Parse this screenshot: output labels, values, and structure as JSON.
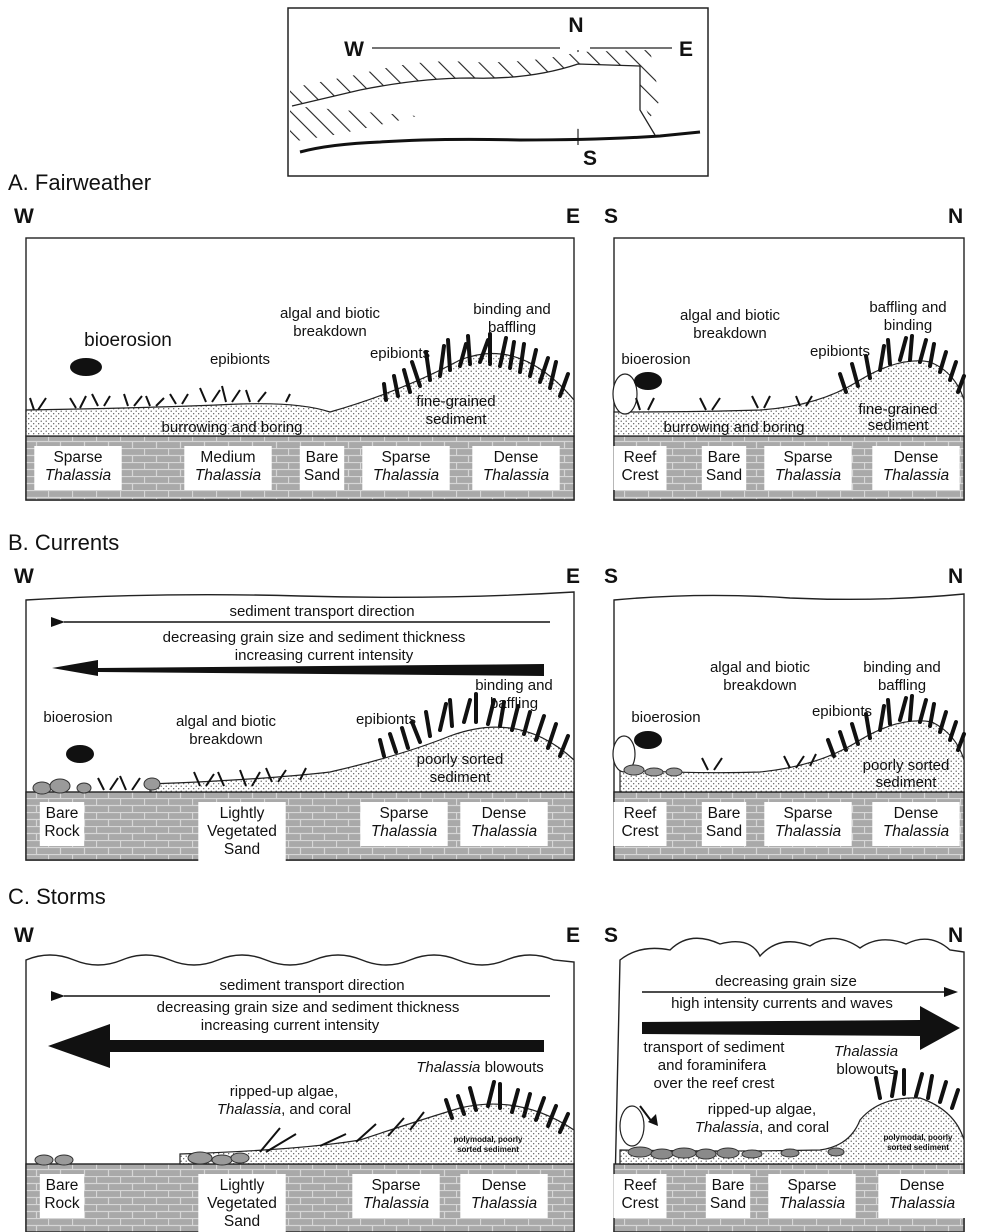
{
  "inset": {
    "W": "W",
    "E": "E",
    "N": "N",
    "S": "S"
  },
  "panelA": {
    "title": "A.  Fairweather",
    "left": {
      "dir_left": "W",
      "dir_right": "E",
      "processes": {
        "bioerosion": "bioerosion",
        "epibionts_1": "epibionts",
        "algal_1": "algal and biotic",
        "algal_2": "breakdown",
        "epibionts_2": "epibionts",
        "binding_1": "binding and",
        "binding_2": "baffling",
        "burrowing": "burrowing and boring",
        "sediment_1": "fine-grained",
        "sediment_2": "sediment"
      },
      "zones": [
        [
          "Sparse",
          "Thalassia"
        ],
        [
          "Medium",
          "Thalassia"
        ],
        [
          "Bare",
          "Sand"
        ],
        [
          "Sparse",
          "Thalassia"
        ],
        [
          "Dense",
          "Thalassia"
        ]
      ]
    },
    "right": {
      "dir_left": "S",
      "dir_right": "N",
      "processes": {
        "algal_1": "algal and biotic",
        "algal_2": "breakdown",
        "baffling_1": "baffling and",
        "baffling_2": "binding",
        "bioerosion": "bioerosion",
        "epibionts": "epibionts",
        "burrowing": "burrowing and boring",
        "sediment_1": "fine-grained",
        "sediment_2": "sediment"
      },
      "zones": [
        [
          "Reef",
          "Crest"
        ],
        [
          "Bare",
          "Sand"
        ],
        [
          "Sparse",
          "Thalassia"
        ],
        [
          "Dense",
          "Thalassia"
        ]
      ]
    }
  },
  "panelB": {
    "title": "B.  Currents",
    "left": {
      "dir_left": "W",
      "dir_right": "E",
      "transport": "sediment transport direction",
      "grain": "decreasing grain size and sediment thickness",
      "intensity": "increasing current intensity",
      "processes": {
        "binding_1": "binding and",
        "binding_2": "baffling",
        "bioerosion": "bioerosion",
        "algal_1": "algal and biotic",
        "algal_2": "breakdown",
        "epibionts": "epibionts",
        "sediment_1": "poorly sorted",
        "sediment_2": "sediment"
      },
      "zones": [
        [
          "Bare",
          "Rock"
        ],
        [
          "Lightly",
          "Vegetated",
          "Sand"
        ],
        [
          "Sparse",
          "Thalassia"
        ],
        [
          "Dense",
          "Thalassia"
        ]
      ]
    },
    "right": {
      "dir_left": "S",
      "dir_right": "N",
      "processes": {
        "algal_1": "algal and biotic",
        "algal_2": "breakdown",
        "binding_1": "binding and",
        "binding_2": "baffling",
        "bioerosion": "bioerosion",
        "epibionts": "epibionts",
        "sediment_1": "poorly sorted",
        "sediment_2": "sediment"
      },
      "zones": [
        [
          "Reef",
          "Crest"
        ],
        [
          "Bare",
          "Sand"
        ],
        [
          "Sparse",
          "Thalassia"
        ],
        [
          "Dense",
          "Thalassia"
        ]
      ]
    }
  },
  "panelC": {
    "title": "C.  Storms",
    "left": {
      "dir_left": "W",
      "dir_right": "E",
      "transport": "sediment transport direction",
      "grain": "decreasing grain size and sediment thickness",
      "intensity": "increasing current intensity",
      "blowouts_it": "Thalassia",
      "blowouts_rest": " blowouts",
      "ripped_1": "ripped-up algae,",
      "ripped_2_it": "Thalassia",
      "ripped_2_rest": ", and coral",
      "sediment_1": "polymodal, poorly",
      "sediment_2": "sorted sediment",
      "zones": [
        [
          "Bare",
          "Rock"
        ],
        [
          "Lightly",
          "Vegetated",
          "Sand"
        ],
        [
          "Sparse",
          "Thalassia"
        ],
        [
          "Dense",
          "Thalassia"
        ]
      ]
    },
    "right": {
      "dir_left": "S",
      "dir_right": "N",
      "grain": "decreasing grain size",
      "intensity": "high intensity currents and waves",
      "transport_1": "transport of sediment",
      "transport_2": "and foraminifera",
      "transport_3": "over the reef crest",
      "blowouts_1": "Thalassia",
      "blowouts_2": "blowouts",
      "ripped_1": "ripped-up algae,",
      "ripped_2_it": "Thalassia",
      "ripped_2_rest": ", and coral",
      "sediment_1": "polymodal, poorly",
      "sediment_2": "sorted sediment",
      "zones": [
        [
          "Reef",
          "Crest"
        ],
        [
          "Bare",
          "Sand"
        ],
        [
          "Sparse",
          "Thalassia"
        ],
        [
          "Dense",
          "Thalassia"
        ]
      ]
    }
  }
}
